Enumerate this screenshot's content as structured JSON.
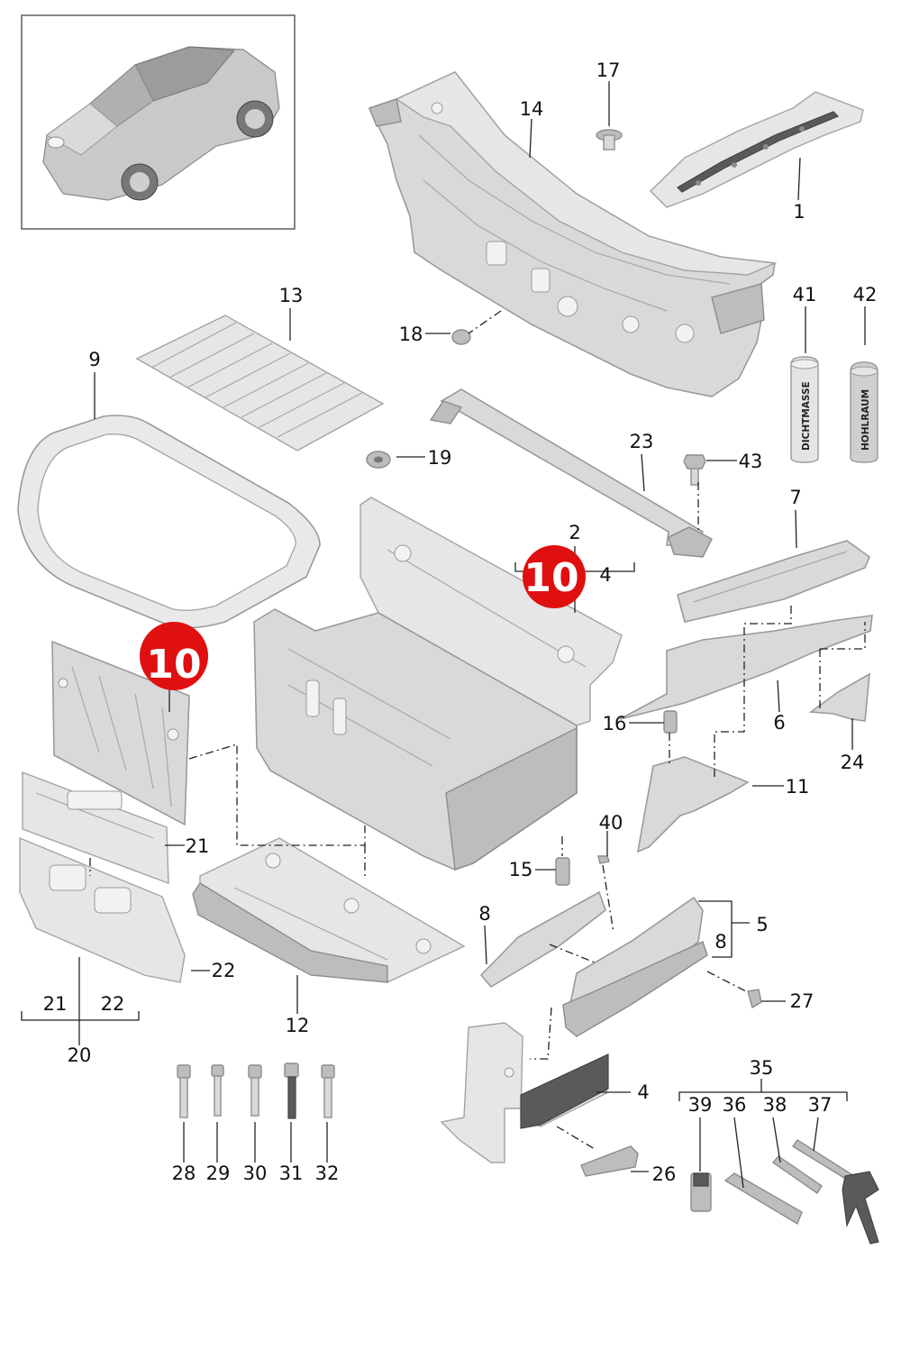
{
  "callouts": {
    "c1": "1",
    "c2": "2",
    "c4a": "4",
    "c4b": "4",
    "c5": "5",
    "c6": "6",
    "c7": "7",
    "c8a": "8",
    "c8b": "8",
    "c9": "9",
    "c11": "11",
    "c12": "12",
    "c13": "13",
    "c14": "14",
    "c15": "15",
    "c16": "16",
    "c17": "17",
    "c18": "18",
    "c19": "19",
    "c20": "20",
    "c21a": "21",
    "c21b": "21",
    "c22a": "22",
    "c22b": "22",
    "c23": "23",
    "c24": "24",
    "c26": "26",
    "c27": "27",
    "c28": "28",
    "c29": "29",
    "c30": "30",
    "c31": "31",
    "c32": "32",
    "c35": "35",
    "c36": "36",
    "c37": "37",
    "c38": "38",
    "c39": "39",
    "c40": "40",
    "c41": "41",
    "c42": "42",
    "c43": "43"
  },
  "badges": {
    "b1": "10",
    "b2": "10"
  },
  "cans": {
    "can41": "DICHTMASSE",
    "can42": "HOHLRAUM"
  },
  "colors": {
    "badge": "#e01010",
    "part": "#d9d9d9",
    "line": "#222222"
  }
}
